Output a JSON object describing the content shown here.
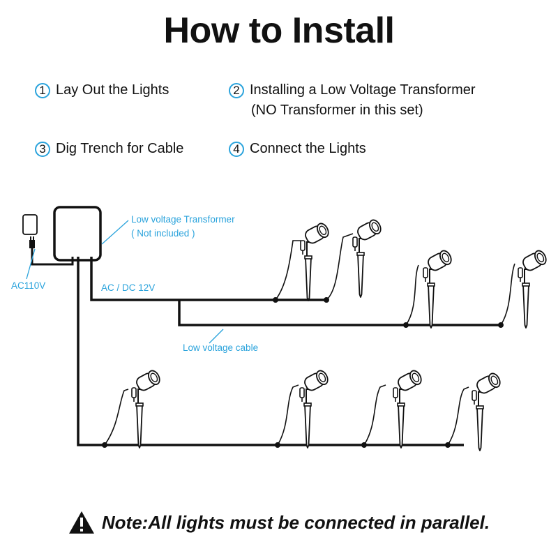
{
  "title": "How to Install",
  "steps": [
    {
      "num": "1",
      "text": "Lay Out the Lights"
    },
    {
      "num": "2",
      "text": "Installing a Low Voltage Transformer",
      "sub": "(NO Transformer in this set)"
    },
    {
      "num": "3",
      "text": "Dig Trench for Cable"
    },
    {
      "num": "4",
      "text": "Connect the Lights"
    }
  ],
  "labels": {
    "transformer_line1": "Low voltage Transformer",
    "transformer_line2": "( Not included )",
    "ac110v": "AC110V",
    "acdc": "AC / DC 12V",
    "cable": "Low voltage cable"
  },
  "note": "Note:All lights must be connected in parallel.",
  "colors": {
    "accent": "#2aa3dc",
    "line": "#111111"
  },
  "icons": {
    "warning": "warning-triangle-icon",
    "light": "spotlight-icon",
    "outlet": "wall-outlet-icon"
  }
}
